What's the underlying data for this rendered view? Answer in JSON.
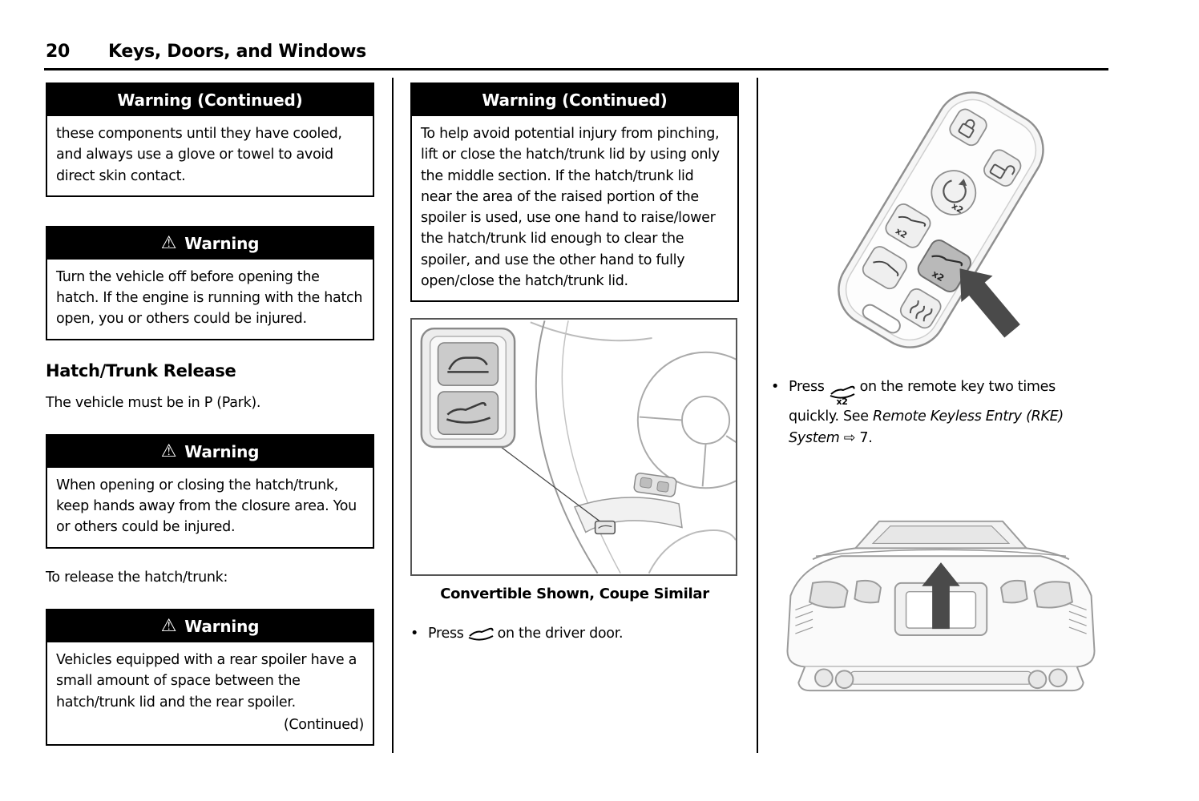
{
  "header": {
    "page_number": "20",
    "title": "Keys, Doors, and Windows"
  },
  "icons": {
    "warning_triangle": "⚠",
    "bullet_marker": "•",
    "hatch_release_icon": "car-hatch-open-glyph",
    "hatch_release_x2_icon": "car-hatch-open-glyph-x2",
    "x2_label": "x2"
  },
  "col_left": {
    "warning_continued": {
      "title": "Warning  (Continued)",
      "body": "these components until they have cooled, and always use a glove or towel to avoid direct skin contact."
    },
    "warning_engine": {
      "title": "Warning",
      "body": "Turn the vehicle off before opening the hatch. If the engine is running with the hatch open, you or others could be injured."
    },
    "section_heading": "Hatch/Trunk Release",
    "paragraph_park": "The vehicle must be in P (Park).",
    "warning_closure": {
      "title": "Warning",
      "body": "When opening or closing the hatch/trunk, keep hands away from the closure area. You or others could be injured."
    },
    "paragraph_release": "To release the hatch/trunk:",
    "warning_spoiler": {
      "title": "Warning",
      "body": "Vehicles equipped with a rear spoiler have a small amount of space between the hatch/trunk lid and the rear spoiler.",
      "continued_note": "(Continued)"
    }
  },
  "col_middle": {
    "warning_pinch": {
      "title": "Warning  (Continued)",
      "body": "To help avoid potential injury from pinching, lift or close the hatch/trunk lid by using only the middle section. If the hatch/trunk lid near the area of the raised portion of the spoiler is used, use one hand to raise/lower the hatch/trunk lid enough to clear the spoiler, and use the other hand to fully open/close the hatch/trunk lid."
    },
    "image_caption": "Convertible Shown, Coupe Similar",
    "bullet_driver_door": {
      "pre": "Press",
      "post": "on the driver door."
    }
  },
  "col_right": {
    "bullet_remote": {
      "pre": "Press",
      "x2": "x2",
      "mid": "on the remote key two times quickly. See",
      "reference_italic": "Remote Keyless Entry (RKE) System",
      "suffix": "⇨ 7."
    },
    "fob": {
      "x2_label": "x2"
    }
  }
}
